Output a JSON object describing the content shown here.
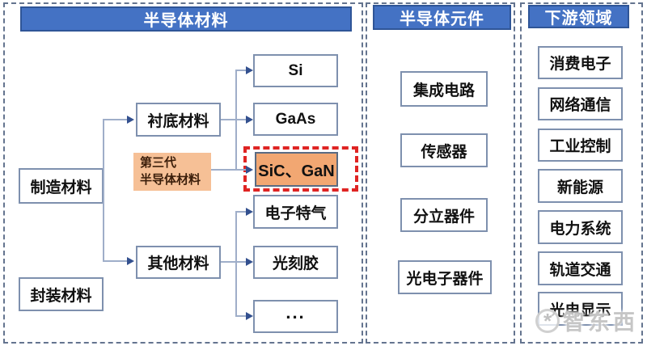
{
  "diagram": {
    "materials": {
      "title": "半导体材料",
      "manufacturing": "制造材料",
      "packaging": "封装材料",
      "substrate": "衬底材料",
      "other": "其他材料",
      "third_gen": {
        "line1": "第三代",
        "line2": "半导体材料"
      },
      "si": "Si",
      "gaas": "GaAs",
      "sic_gan": "SiC、GaN",
      "electronic_gas": "电子特气",
      "photoresist": "光刻胶",
      "more": "..."
    },
    "components": {
      "title": "半导体元件",
      "items": [
        "集成电路",
        "传感器",
        "分立器件",
        "光电子器件"
      ]
    },
    "downstream": {
      "title": "下游领域",
      "items": [
        "消费电子",
        "网络通信",
        "工业控制",
        "新能源",
        "电力系统",
        "轨道交通",
        "光电显示"
      ]
    }
  },
  "watermark": {
    "logo": "*",
    "text": "智东西"
  },
  "colors": {
    "background": "#FFFFFF",
    "header_fill": "#4472C4",
    "header_border": "#2F5597",
    "header_text": "#FFFFFF",
    "box_border": "#7E90AE",
    "box_text": "#111111",
    "line": "#9FAEC9",
    "arrowhead": "#33508F",
    "third_gen_fill": "#F6C096",
    "third_gen_text": "#3B1E0A",
    "sic_gan_fill": "#F2A772",
    "sic_gan_border": "#5A6B82",
    "highlight_dash": "#DF2423",
    "panel_dash": "#64748F"
  }
}
